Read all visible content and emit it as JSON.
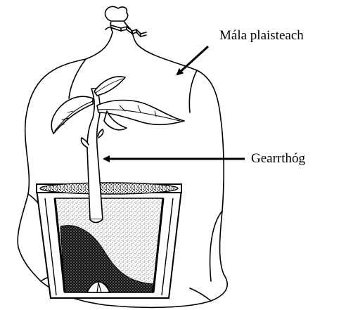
{
  "labels": {
    "bag": "Mála plaisteach",
    "cutting": "Gearrthóg"
  },
  "colors": {
    "ink": "#000000",
    "paper": "#ffffff"
  },
  "icons": {
    "plastic_bag": "plastic-bag-illustration",
    "cutting": "plant-cutting-illustration",
    "pot": "pot-cross-section-illustration"
  }
}
